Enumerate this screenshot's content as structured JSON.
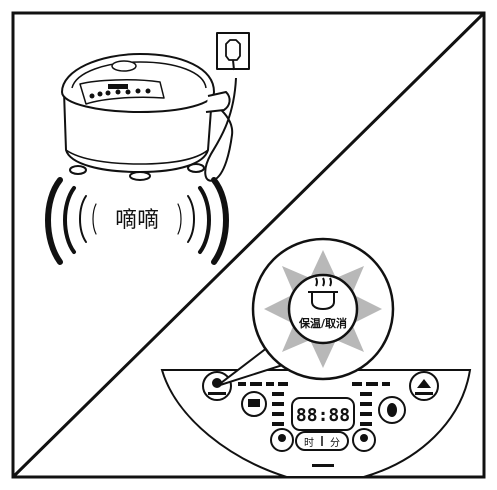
{
  "illustration": {
    "sound_text": "嘀嘀",
    "button_label": "保温/取消",
    "display_digits": "88:88",
    "hour_label": "时",
    "minute_label": "分"
  }
}
